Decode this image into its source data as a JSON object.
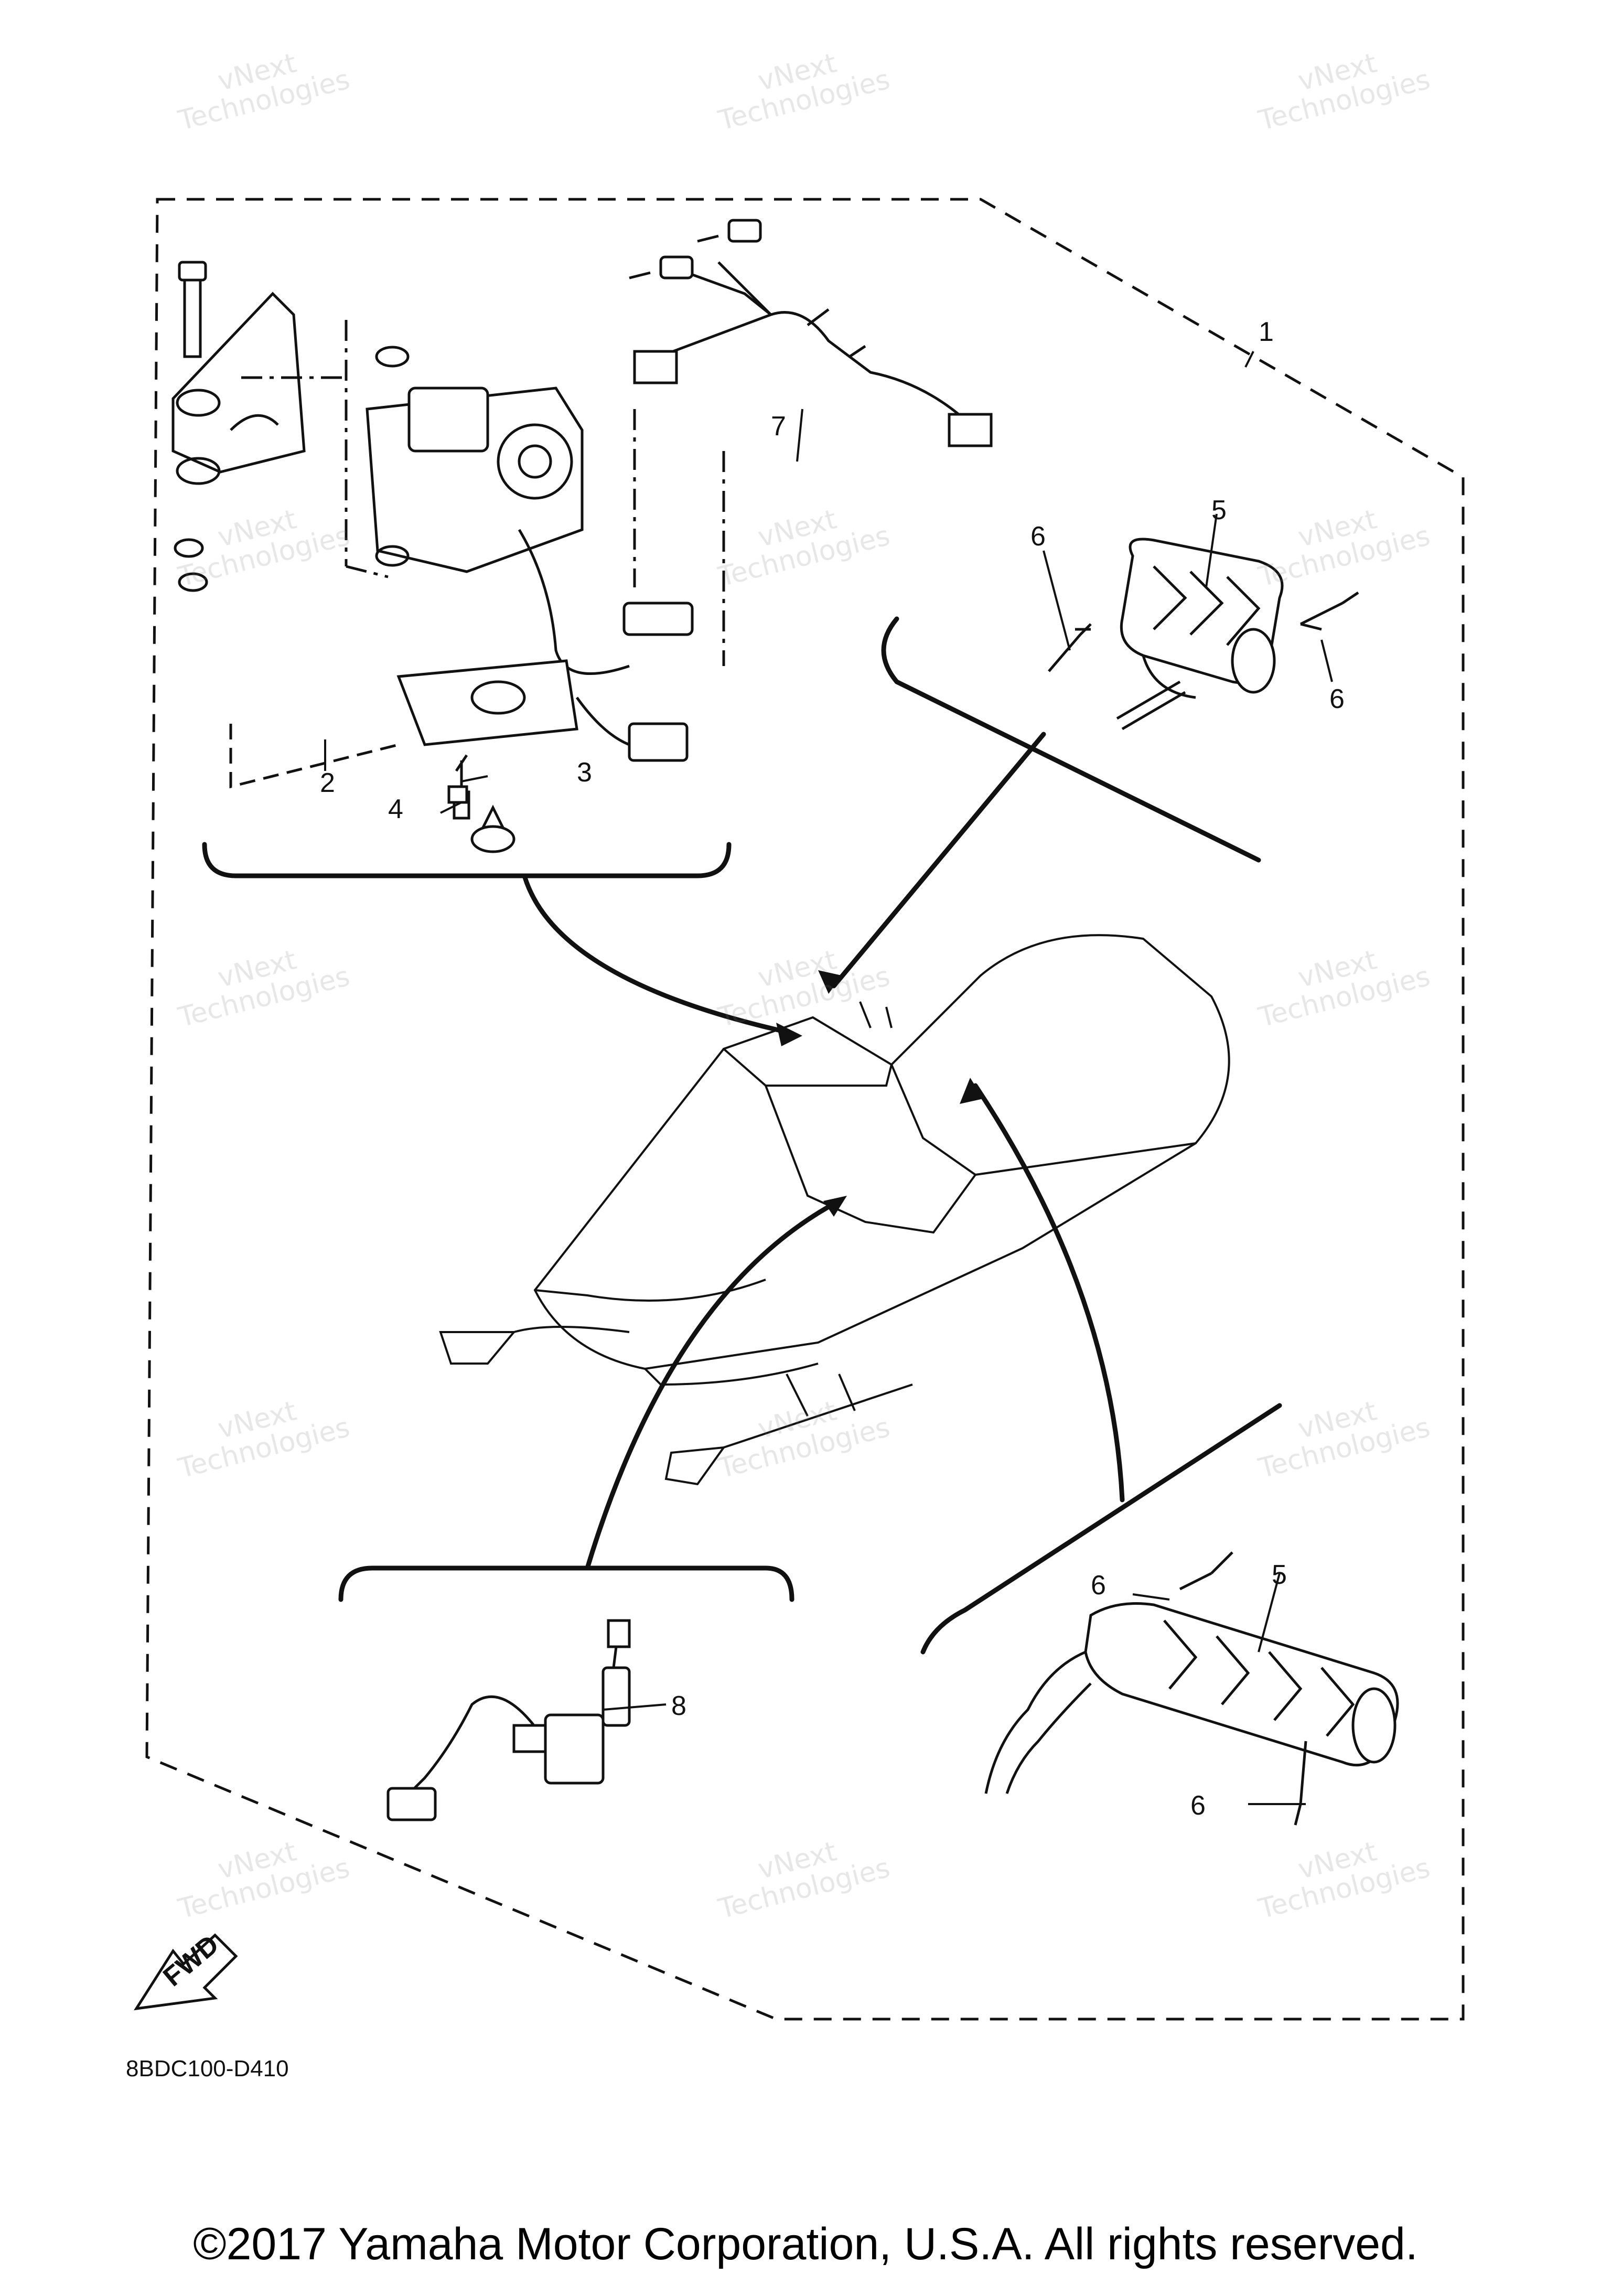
{
  "diagram": {
    "callouts": {
      "c1": "1",
      "c2": "2",
      "c3": "3",
      "c4": "4",
      "c5a": "5",
      "c5b": "5",
      "c6a": "6",
      "c6b": "6",
      "c6c": "6",
      "c6d": "6",
      "c7": "7",
      "c8": "8"
    },
    "fwd_label": "FWD",
    "part_code": "8BDC100-D410",
    "copyright": "©2017 Yamaha Motor Corporation, U.S.A. All rights reserved."
  },
  "watermark": {
    "line1": "vNext",
    "line2": "Technologies"
  },
  "colors": {
    "ink": "#111111",
    "watermark": "#b5b5b5"
  }
}
